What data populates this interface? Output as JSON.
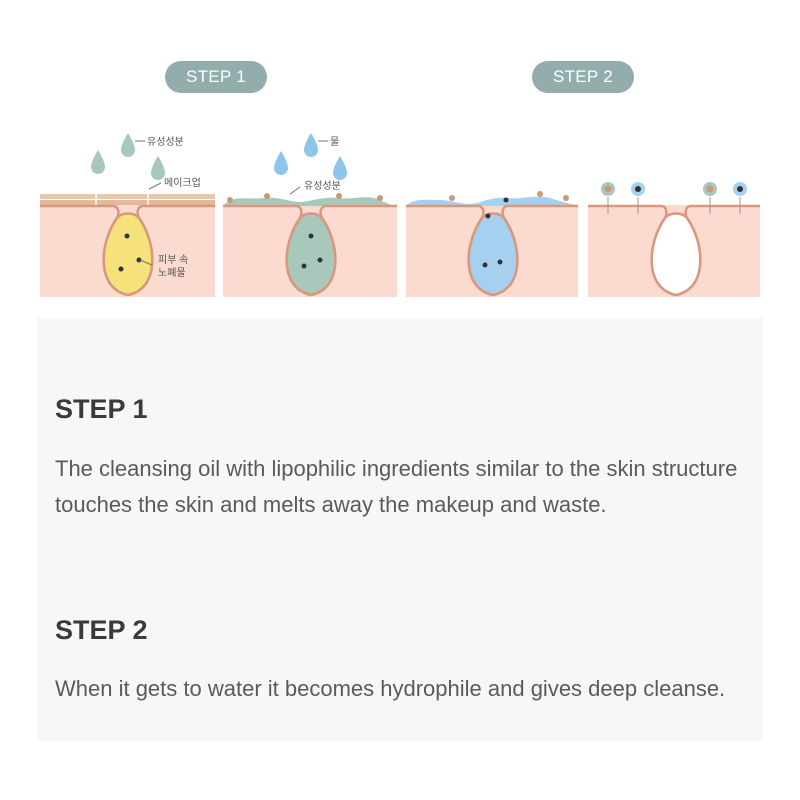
{
  "steps": [
    {
      "badge": "STEP 1",
      "heading": "STEP 1",
      "text": "The cleansing oil with lipophilic ingredients similar to the skin structure touches the skin and melts away the makeup and waste."
    },
    {
      "badge": "STEP 2",
      "heading": "STEP 2",
      "text": "When it gets to water it becomes hydrophile and gives deep cleanse."
    }
  ],
  "diagram": {
    "labels": {
      "oil_1": "유성성분",
      "makeup": "메이크업",
      "waste_line1": "피부 속",
      "waste_line2": "노폐물",
      "water": "물",
      "oil_2": "유성성분"
    }
  },
  "colors": {
    "badge": "#93adad",
    "skin": "#fbdbcf",
    "skin_outline": "#d9977d",
    "oil_drop": "#a9c8bc",
    "water_drop": "#8ec5ea",
    "yellow_fill": "#f5e27a",
    "green_fill": "#a9c8bc",
    "blue_fill": "#a5d0ef"
  }
}
